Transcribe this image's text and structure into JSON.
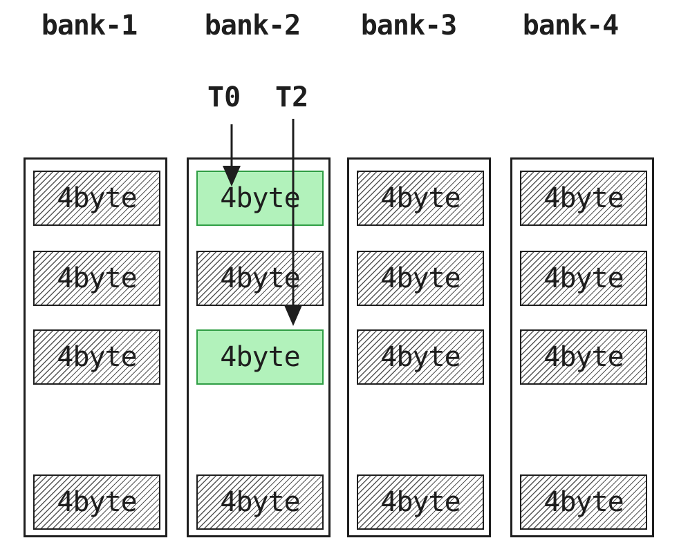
{
  "banks": [
    {
      "title": "bank-1",
      "cells": [
        "4byte",
        "4byte",
        "4byte",
        "4byte"
      ]
    },
    {
      "title": "bank-2",
      "cells": [
        "4byte",
        "4byte",
        "4byte",
        "4byte"
      ]
    },
    {
      "title": "bank-3",
      "cells": [
        "4byte",
        "4byte",
        "4byte",
        "4byte"
      ]
    },
    {
      "title": "bank-4",
      "cells": [
        "4byte",
        "4byte",
        "4byte",
        "4byte"
      ]
    }
  ],
  "threads": [
    {
      "label": "T0",
      "target_bank": 2,
      "target_cell": 1
    },
    {
      "label": "T2",
      "target_bank": 2,
      "target_cell": 3
    }
  ],
  "colors": {
    "highlight_fill": "#b2f2bb",
    "highlight_stroke": "#2f9e44",
    "stroke": "#1e1e1e"
  }
}
